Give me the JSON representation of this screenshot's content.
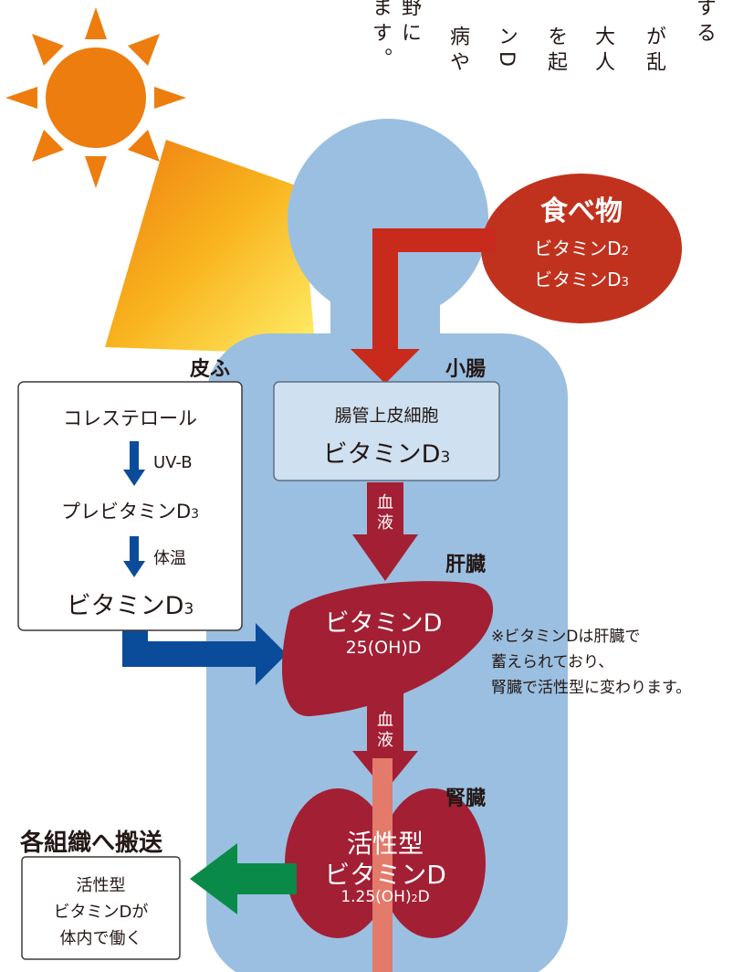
{
  "top_text_columns": [
    "する",
    "が乱",
    "大人",
    "を起",
    "ンD",
    "病や",
    "野に",
    "ます。"
  ],
  "food": {
    "title": "食べ物",
    "line1": "ビタミンD",
    "sub1": "2",
    "line2": "ビタミンD",
    "sub2": "3"
  },
  "skin": {
    "label": "皮ふ",
    "step1": "コレステロール",
    "arrow1": "UV-B",
    "step2": "プレビタミンD",
    "step2_sub": "3",
    "arrow2": "体温",
    "step3": "ビタミンD",
    "step3_sub": "3"
  },
  "intestine": {
    "label": "小腸",
    "cell": "腸管上皮細胞",
    "vitamin": "ビタミンD",
    "vitamin_sub": "3"
  },
  "blood1": [
    "血",
    "液"
  ],
  "liver": {
    "label": "肝臓",
    "title": "ビタミンD",
    "formula": "25(OH)D"
  },
  "note": [
    "※ビタミンDは肝臓で",
    "蓄えられており、",
    "腎臓で活性型に変わります。"
  ],
  "blood2": [
    "血",
    "液"
  ],
  "kidney": {
    "label": "腎臓",
    "title1": "活性型",
    "title2": "ビタミンD",
    "formula_a": "1.25(OH)",
    "formula_sub": "2",
    "formula_b": "D"
  },
  "transport": {
    "title": "各組織へ搬送",
    "line1": "活性型",
    "line2": "ビタミンDが",
    "line3": "体内で働く"
  },
  "colors": {
    "body": "#9bbfe0",
    "sun": "#ed7d0e",
    "food": "#c1321e",
    "organ": "#a31f34",
    "red_arrow": "#c82a1c",
    "blue_arrow": "#0b4c9a",
    "green_arrow": "#0a8a48",
    "intestine_box": "#cfe0f0",
    "vessel": "#e37a6a"
  }
}
